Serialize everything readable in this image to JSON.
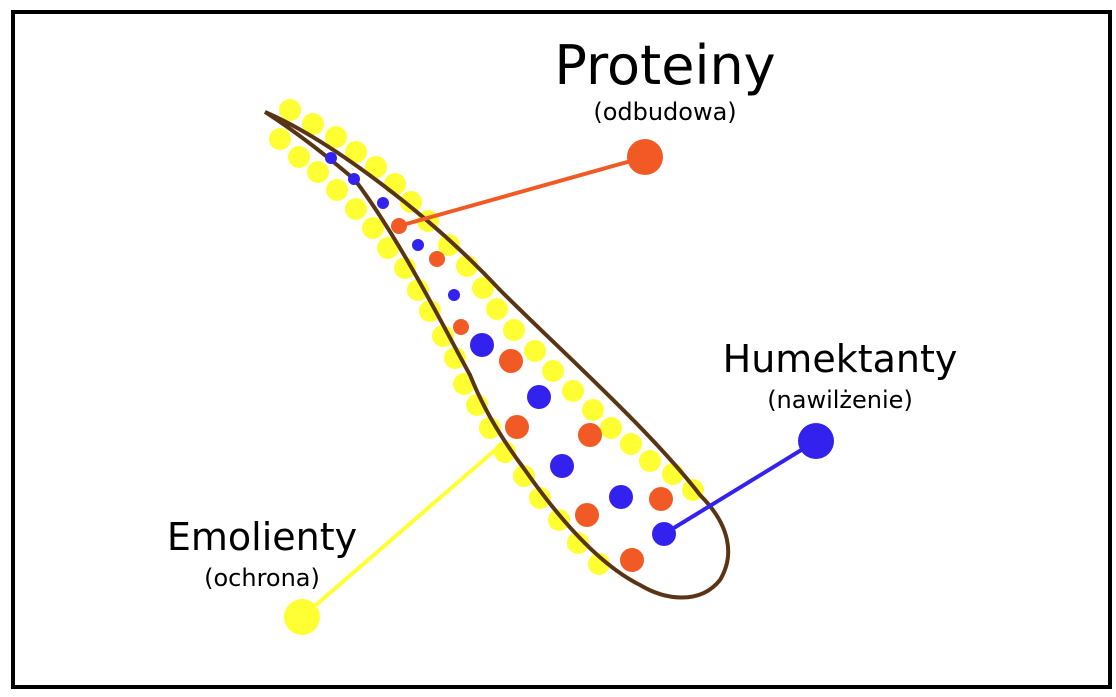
{
  "colors": {
    "background": "#ffffff",
    "frame": "#000000",
    "hair_outline": "#5a3515",
    "emollient_yellow": "#ffff33",
    "protein_orange": "#f15a24",
    "humectant_blue": "#3322ee"
  },
  "labels": {
    "proteins": {
      "title": "Proteiny",
      "subtitle": "(odbudowa)"
    },
    "humectants": {
      "title": "Humektanty",
      "subtitle": "(nawilżenie)"
    },
    "emollients": {
      "title": "Emolienty",
      "subtitle": "(ochrona)"
    }
  }
}
